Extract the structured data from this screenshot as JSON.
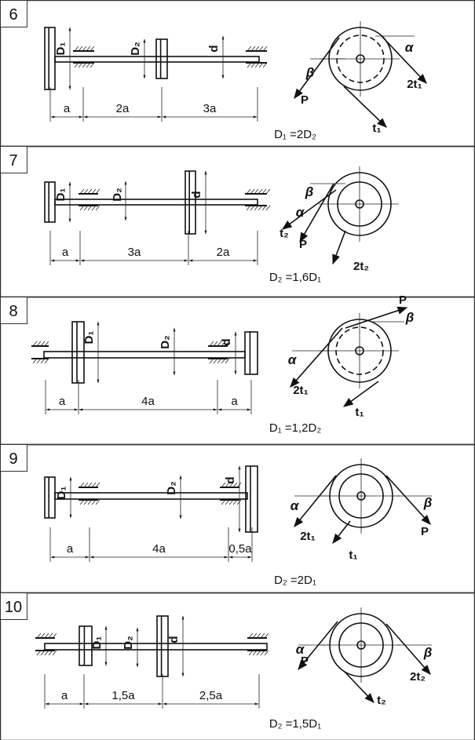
{
  "panels": [
    {
      "number": "6",
      "formula": "D₁ =2D₂",
      "D_left": "D₁",
      "D_right": "D₂",
      "shaft_d": "d",
      "dims": [
        "a",
        "2a",
        "3a"
      ],
      "forces": [
        "P",
        "t₁",
        "2t₁"
      ],
      "angles": [
        "α",
        "β"
      ],
      "inner_circle": "dashed"
    },
    {
      "number": "7",
      "formula": "D₂ =1,6D₁",
      "D_left": "D₁",
      "D_right": "D₂",
      "shaft_d": "d",
      "dims": [
        "a",
        "3a",
        "2a"
      ],
      "forces": [
        "P",
        "t₂",
        "2t₂"
      ],
      "angles": [
        "α",
        "β"
      ],
      "inner_circle": "solid"
    },
    {
      "number": "8",
      "formula": "D₁ =1,2D₂",
      "D_left": "D₁",
      "D_right": "D₂",
      "shaft_d": "d",
      "dims": [
        "a",
        "4a",
        "a"
      ],
      "forces": [
        "P",
        "t₁",
        "2t₁"
      ],
      "angles": [
        "α",
        "β"
      ],
      "inner_circle": "dashed"
    },
    {
      "number": "9",
      "formula": "D₂ =2D₁",
      "D_left": "D₁",
      "D_right": "D₂",
      "shaft_d": "d",
      "dims": [
        "a",
        "4a",
        "0,5a"
      ],
      "forces": [
        "P",
        "t₁",
        "2t₁"
      ],
      "angles": [
        "α",
        "β"
      ],
      "inner_circle": "solid"
    },
    {
      "number": "10",
      "formula": "D₂ =1,5D₁",
      "D_left": "D₁",
      "D_right": "D₂",
      "shaft_d": "d",
      "dims": [
        "a",
        "1,5a",
        "2,5a"
      ],
      "forces": [
        "P",
        "t₂",
        "2t₂"
      ],
      "angles": [
        "α",
        "β"
      ],
      "inner_circle": "solid"
    }
  ]
}
